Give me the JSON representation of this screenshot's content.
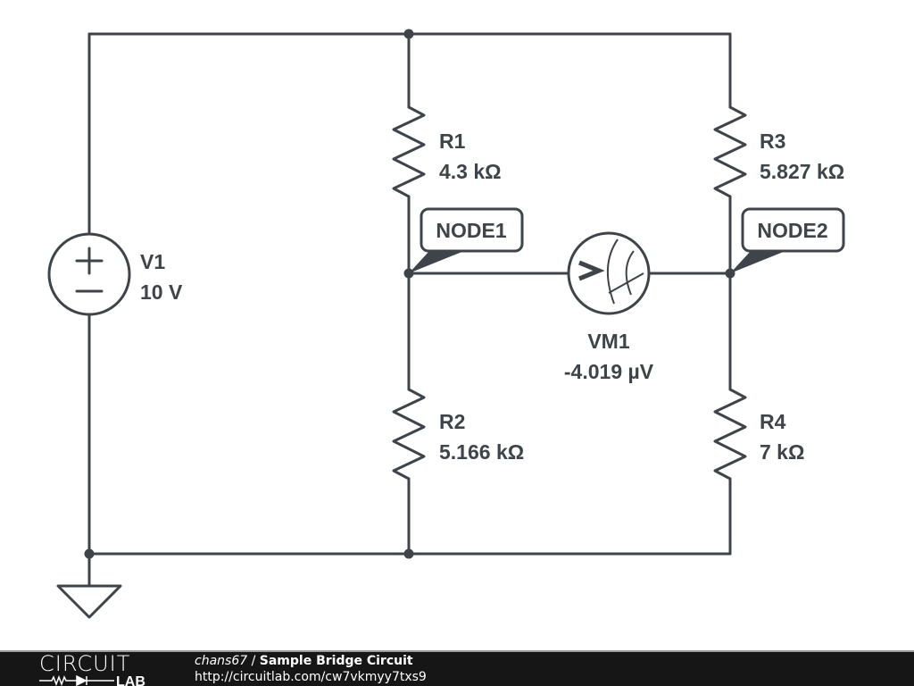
{
  "components": {
    "v1": {
      "name": "V1",
      "value": "10 V",
      "plus": "+",
      "minus": "−"
    },
    "r1": {
      "name": "R1",
      "value": "4.3 kΩ"
    },
    "r2": {
      "name": "R2",
      "value": "5.166 kΩ"
    },
    "r3": {
      "name": "R3",
      "value": "5.827 kΩ"
    },
    "r4": {
      "name": "R4",
      "value": "7 kΩ"
    },
    "vm1": {
      "name": "VM1",
      "value": "-4.019 µV",
      "glyph": ">"
    }
  },
  "nodes": {
    "node1": "NODE1",
    "node2": "NODE2"
  },
  "footer": {
    "logo_top": "CIRCUIT",
    "logo_bottom": "LAB",
    "user": "chans67",
    "separator": " / ",
    "title": "Sample Bridge Circuit",
    "url": "http://circuitlab.com/cw7vkmyy7txs9"
  }
}
